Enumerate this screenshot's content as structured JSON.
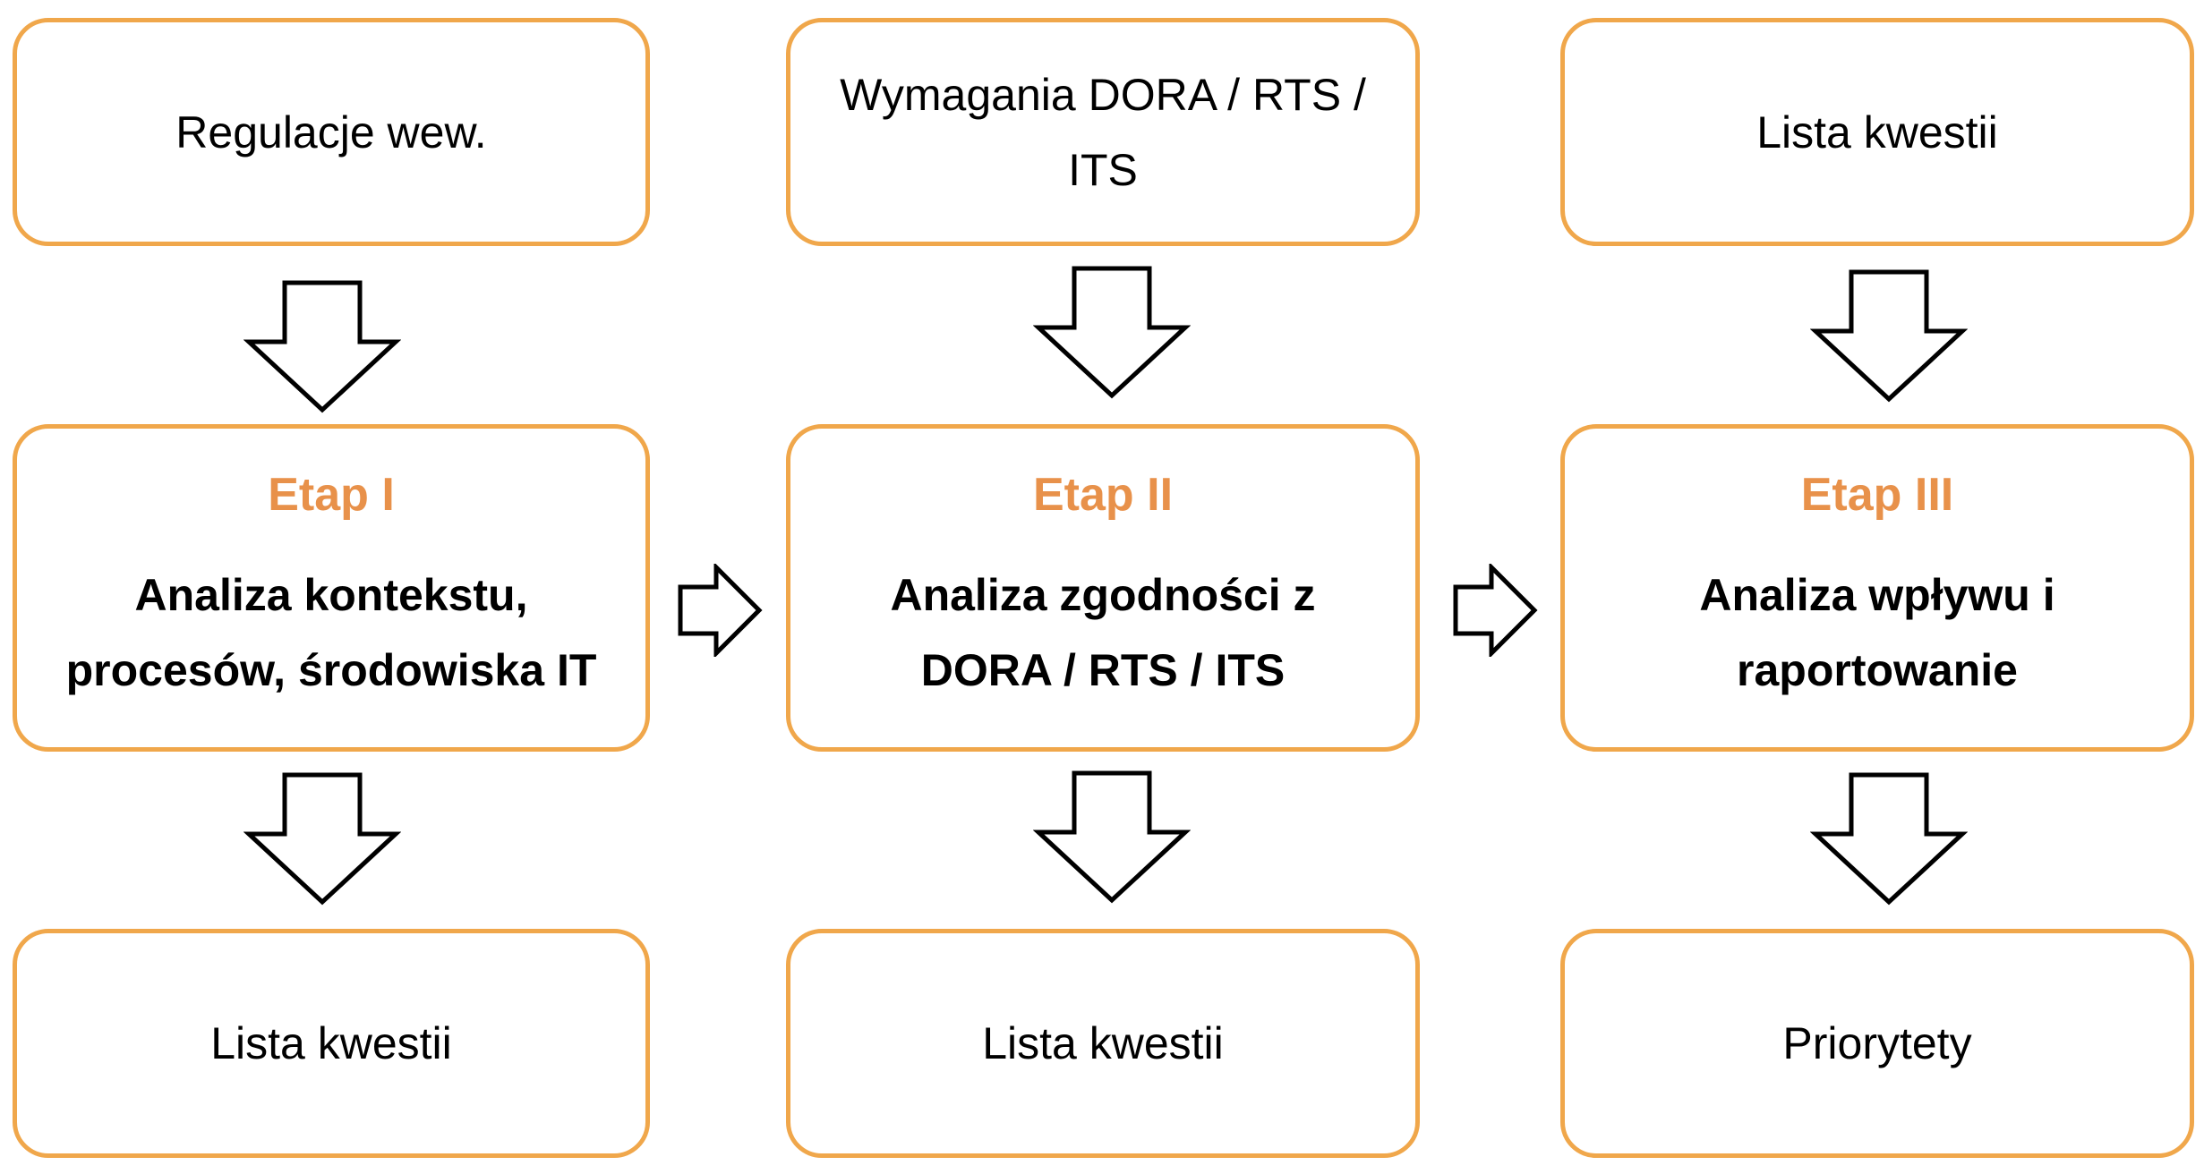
{
  "colors": {
    "box_border": "#F0A74B",
    "stage_title": "#E8914A",
    "arrow_stroke": "#000000"
  },
  "inputs": {
    "col1": "Regulacje wew.",
    "col2_line1": "Wymagania DORA / RTS /",
    "col2_line2": "ITS",
    "col3": "Lista kwestii"
  },
  "stages": [
    {
      "title": "Etap I",
      "desc_line1": "Analiza kontekstu,",
      "desc_line2": "procesów, środowiska IT"
    },
    {
      "title": "Etap II",
      "desc_line1": "Analiza zgodności z",
      "desc_line2": "DORA / RTS / ITS"
    },
    {
      "title": "Etap III",
      "desc_line1": "Analiza wpływu i",
      "desc_line2": "raportowanie"
    }
  ],
  "outputs": {
    "col1": "Lista kwestii",
    "col2": "Lista kwestii",
    "col3": "Priorytety"
  },
  "icons": {
    "down_arrow": "down-arrow-icon",
    "right_arrow": "right-arrow-icon"
  }
}
